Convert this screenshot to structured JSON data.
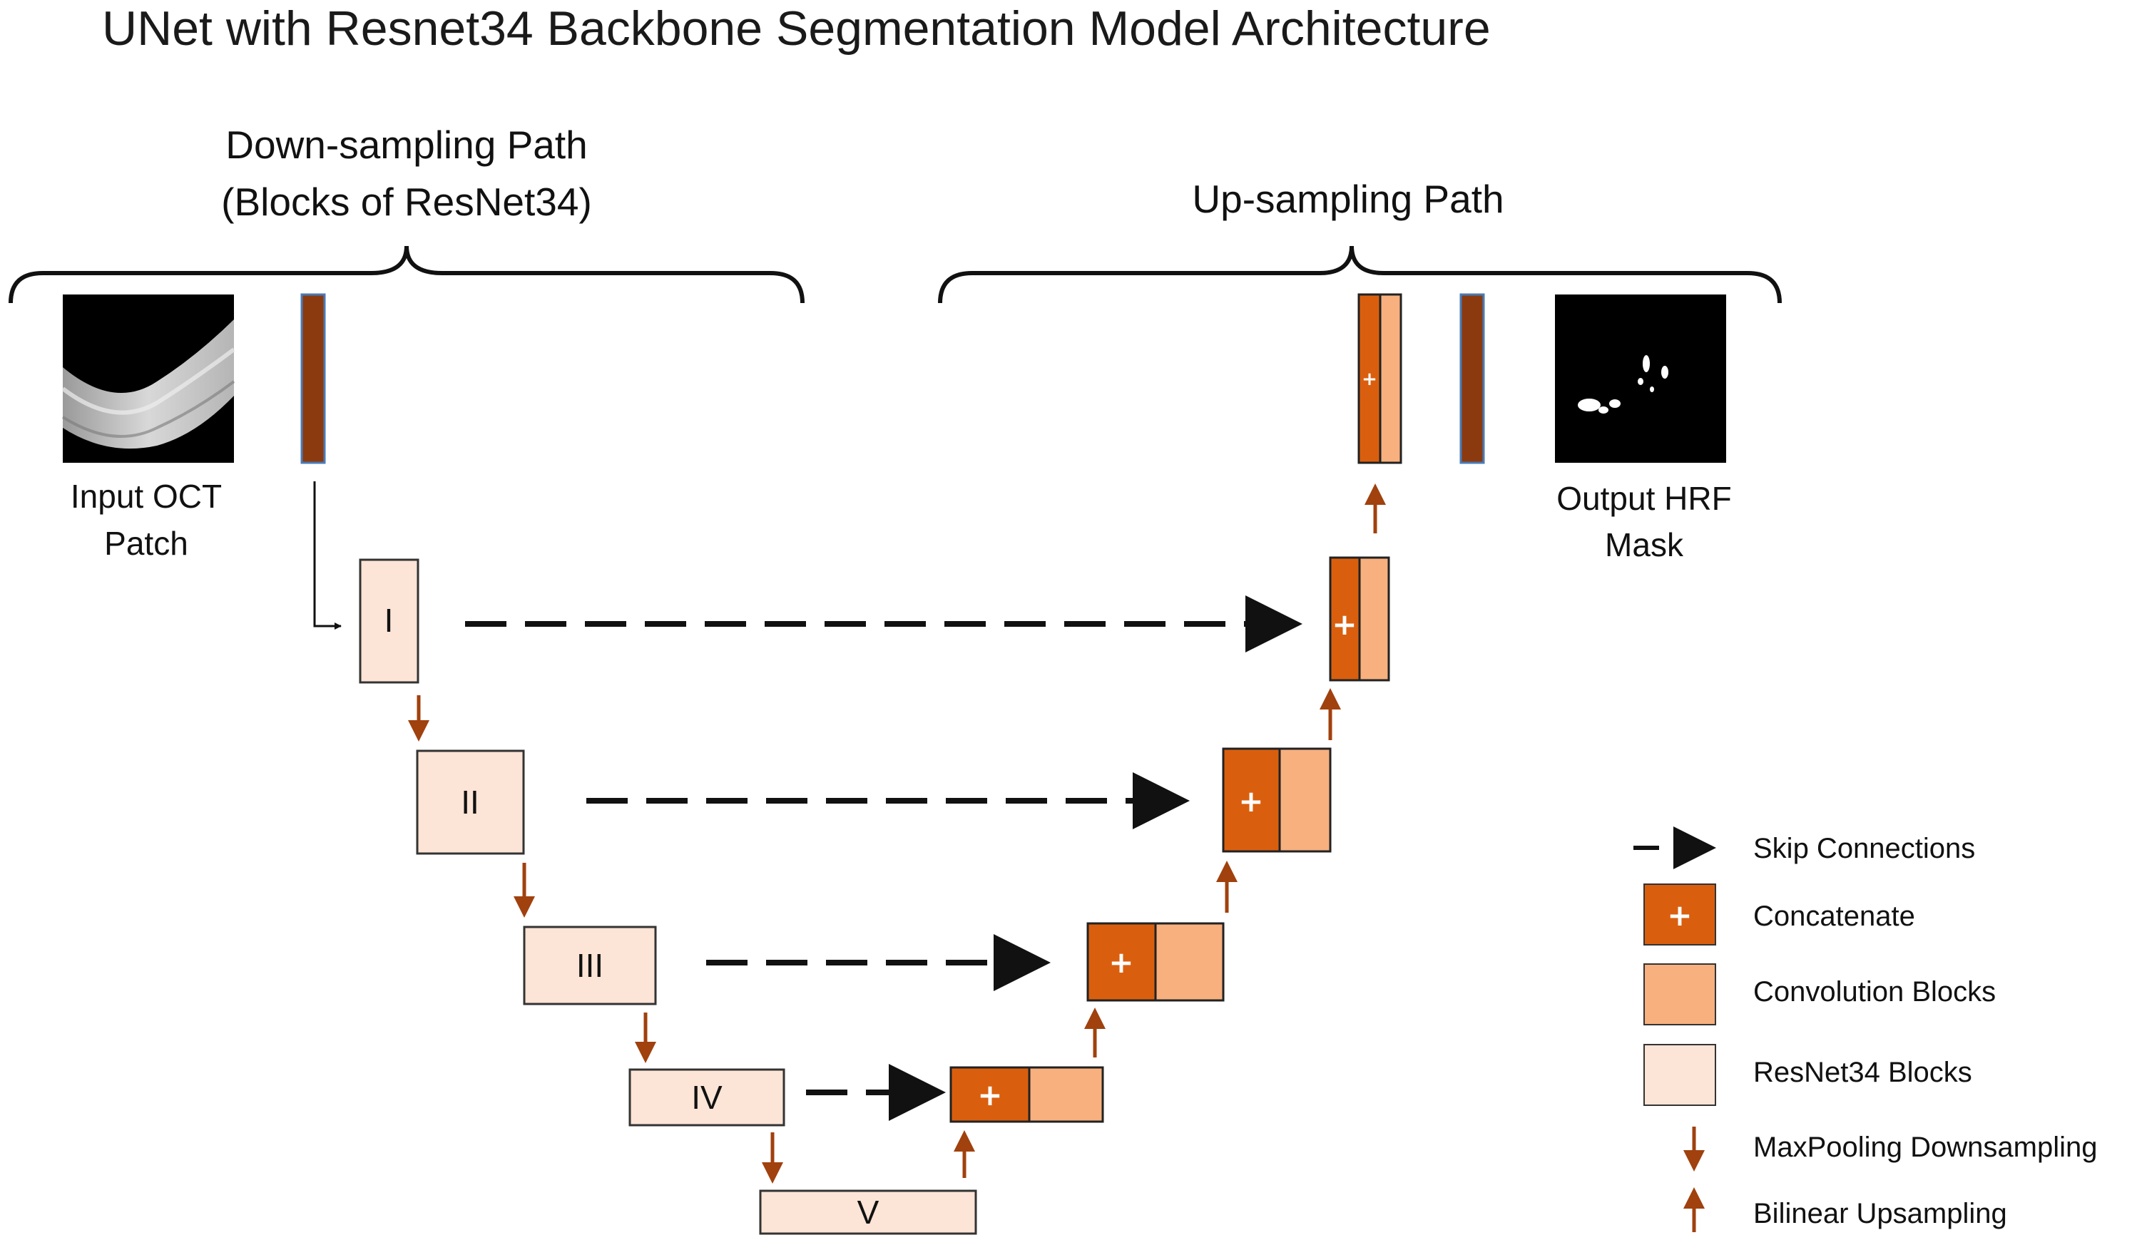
{
  "title": "UNet with Resnet34 Backbone Segmentation Model Architecture",
  "down_path": {
    "line1": "Down-sampling Path",
    "line2": "(Blocks of ResNet34)"
  },
  "up_path": {
    "label": "Up-sampling Path"
  },
  "input": {
    "line1": "Input OCT",
    "line2": "Patch"
  },
  "output": {
    "line1": "Output HRF",
    "line2": "Mask"
  },
  "encoder_blocks": [
    "I",
    "II",
    "III",
    "IV",
    "V"
  ],
  "concat_symbol": "+",
  "colors": {
    "concatenate": "#D95F0E",
    "convolution": "#F7B07E",
    "resnet34": "#FCE4D6",
    "stem": "#8B3A0F",
    "arrow": "#A0410E",
    "skip": "#111111"
  },
  "legend": {
    "skip": "Skip Connections",
    "concatenate": "Concatenate",
    "convolution": "Convolution Blocks",
    "resnet": "ResNet34 Blocks",
    "maxpool": "MaxPooling Downsampling",
    "upsample": "Bilinear Upsampling"
  }
}
